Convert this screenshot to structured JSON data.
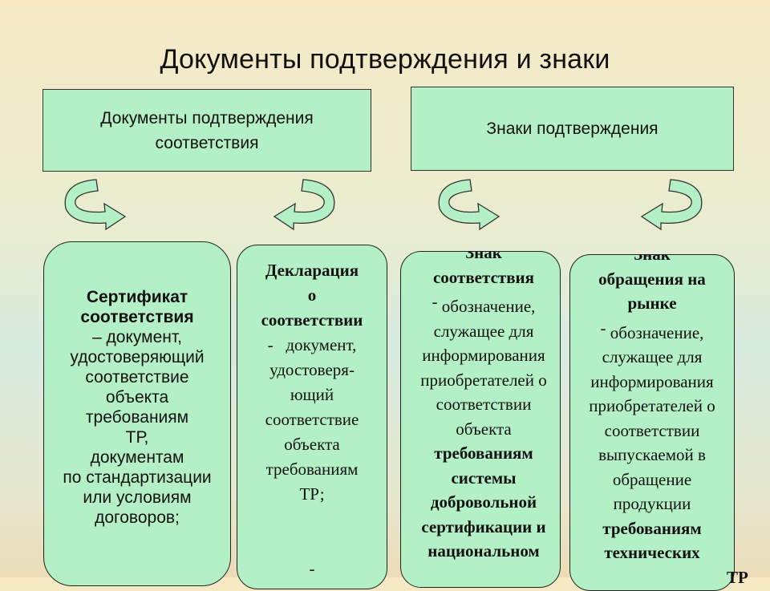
{
  "title": "Документы подтверждения и знаки",
  "boxes": {
    "documents_label": "Документы подтверждения соответствия",
    "signs_label": "Знаки подтверждения"
  },
  "certificate": {
    "heading_1": "Сертификат",
    "heading_2": "соответствия",
    "lines": [
      "– документ,",
      "удостоверяющий",
      "соответствие",
      "объекта",
      "требованиям",
      "ТР,",
      "документам",
      "по стандартизации",
      "или условиям",
      "договоров;"
    ]
  },
  "declaration": {
    "heading_lines": [
      "Декларация",
      "о",
      "соответствии"
    ],
    "dash": "-",
    "first_line": "документ,",
    "lines": [
      "удостоверя-",
      "ющий",
      "соответствие",
      "объекта",
      "требованиям",
      "ТР;"
    ],
    "trailing_dash": "-"
  },
  "conformity_sign": {
    "heading_lines": [
      "Знак",
      "соответствия"
    ],
    "dash": "-",
    "first_line": "обозначение,",
    "lines": [
      "служащее для",
      "информирования",
      "приобретателей о",
      "соответствии",
      "объекта"
    ],
    "bold_lines": [
      "требованиям",
      "системы",
      "добровольной",
      "сертификации и",
      "национальном"
    ]
  },
  "market_sign": {
    "heading_lines": [
      "Знак",
      "обращения на",
      "рынке"
    ],
    "dash": "-",
    "first_line": "обозначение,",
    "lines": [
      "служащее для",
      "информирования",
      "приобретателей о",
      "соответствии",
      "выпускаемой в",
      "обращение",
      "продукции"
    ],
    "bold_lines": [
      "требованиям",
      "технических"
    ],
    "clipped_tail": "ТР"
  },
  "icons": [
    "curved-arrow-icon"
  ]
}
